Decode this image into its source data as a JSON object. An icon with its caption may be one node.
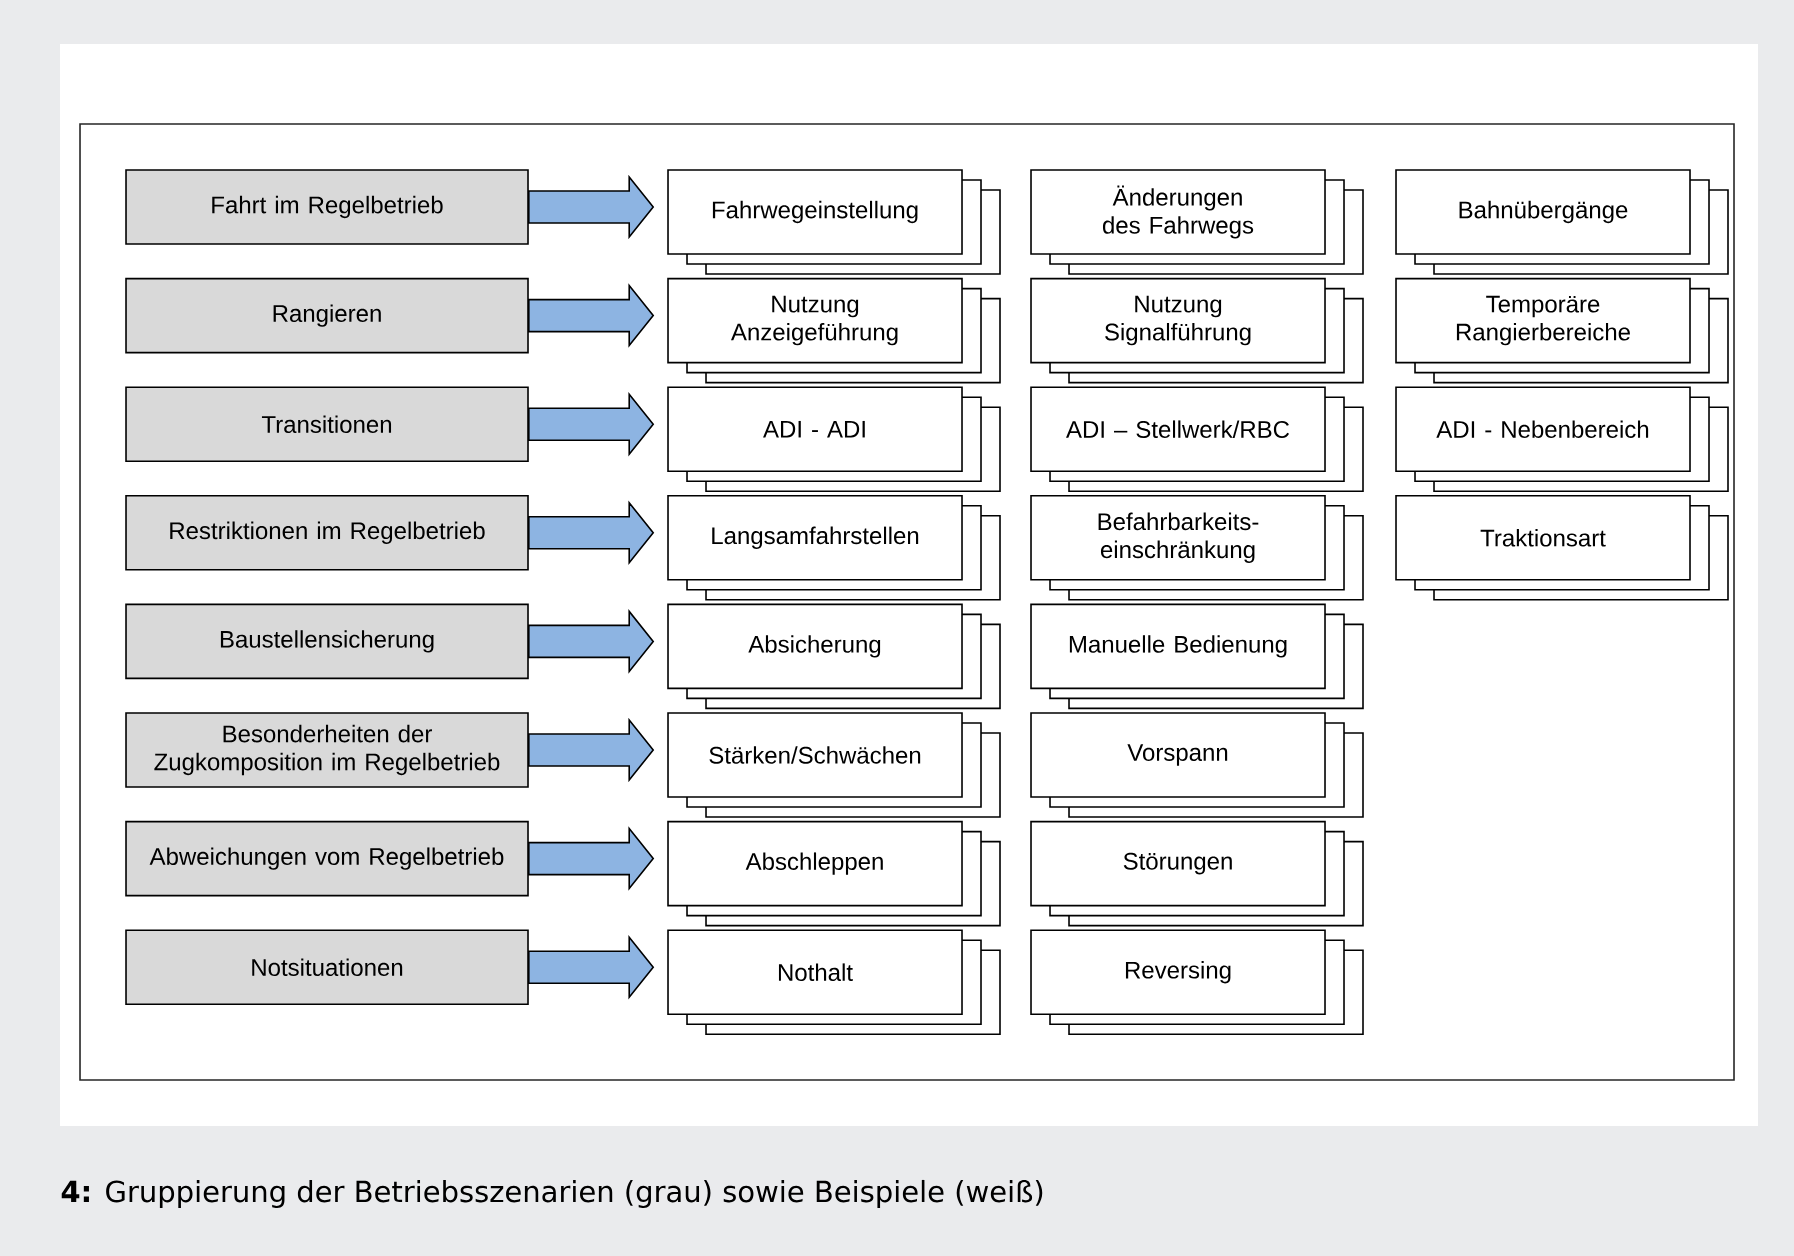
{
  "diagram": {
    "caption": "**4:** Gruppierung der Betriebsszenarien (grau) sowie Beispiele (weiß)",
    "nodes": [
      {
        "text": [
          "Fahrt im Regelbetrieb"
        ]
      },
      {
        "text": [
          "Fahrwegeinstellung"
        ]
      },
      {
        "text": [
          "Änderungen des Fahrwegs"
        ]
      },
      {
        "text": [
          "Bahnübergänge"
        ]
      },
      {
        "text": [
          "Rangieren"
        ]
      },
      {
        "text": [
          "Nutzung Anzeigeführung"
        ]
      },
      {
        "text": [
          "Nutzung Signalführung"
        ]
      },
      {
        "text": [
          "Temporäre Rangierbereiche"
        ]
      },
      {
        "text": [
          "Transitionen"
        ]
      },
      {
        "text": [
          "ADI - ADI"
        ]
      },
      {
        "text": [
          "ADI – Stellwerk/RBC"
        ]
      },
      {
        "text": [
          "ADI - Nebenbereich"
        ]
      },
      {
        "text": [
          "Restriktionen im Regelbetrieb"
        ]
      },
      {
        "text": [
          "Langsamfahrstellen"
        ]
      },
      {
        "text": [
          "Befahrbarkeits-einschränkung"
        ]
      },
      {
        "text": [
          "Traktionsart"
        ]
      },
      {
        "text": [
          "Baustellensicherung"
        ]
      },
      {
        "text": [
          "Absicherung"
        ]
      },
      {
        "text": [
          "Manuelle Bedienung"
        ]
      },
      {
        "text": [
          "Besonderheiten der Zugkomposition im Regelbetrieb"
        ]
      },
      {
        "text": [
          "Stärken/Schwächen"
        ]
      },
      {
        "text": [
          "Vorspann"
        ]
      },
      {
        "text": [
          "Abweichungen vom Regelbetrieb"
        ]
      },
      {
        "text": [
          "Abschleppen"
        ]
      },
      {
        "text": [
          "Störungen"
        ]
      },
      {
        "text": [
          "Notsituationen"
        ]
      },
      {
        "text": [
          "Nothalt"
        ]
      },
      {
        "text": [
          "Reversing"
        ]
      }
    ],
    "edges": [
      {
        "from": 0,
        "to": 1,
        "arrow": "to"
      },
      {
        "from": 4,
        "to": 5,
        "arrow": "to"
      },
      {
        "from": 8,
        "to": 9,
        "arrow": "to"
      },
      {
        "from": 12,
        "to": 13,
        "arrow": "to"
      },
      {
        "from": 16,
        "to": 17,
        "arrow": "to"
      },
      {
        "from": 19,
        "to": 20,
        "arrow": "to"
      },
      {
        "from": 22,
        "to": 23,
        "arrow": "to"
      },
      {
        "from": 25,
        "to": 26,
        "arrow": "to"
      }
    ]
  }
}
